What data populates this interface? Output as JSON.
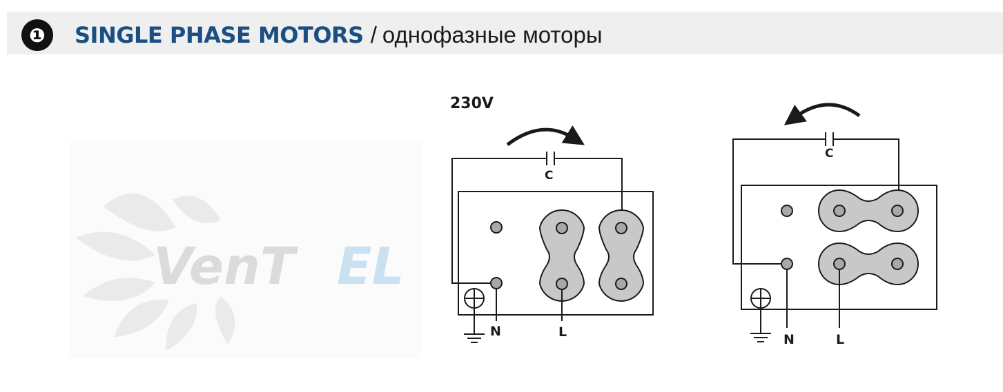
{
  "header": {
    "step_number": "❶",
    "title_en": "SINGLE PHASE MOTORS",
    "separator": "/",
    "title_ru": "однофазные моторы"
  },
  "watermark": {
    "logo_text_main": "VenT",
    "logo_text_accent": "EL"
  },
  "diagrams": [
    {
      "voltage_label": "230V",
      "capacitor_label": "C",
      "neutral_label": "N",
      "line_label": "L",
      "rotation": "clockwise"
    },
    {
      "capacitor_label": "C",
      "neutral_label": "N",
      "line_label": "L",
      "rotation": "counter-clockwise"
    }
  ],
  "colors": {
    "title_blue": "#1b4f82",
    "header_bg": "#efefef",
    "terminal_fill": "#c8c8c8",
    "logo_gray": "#cfcfcf",
    "logo_blue": "#b9d7ee"
  }
}
